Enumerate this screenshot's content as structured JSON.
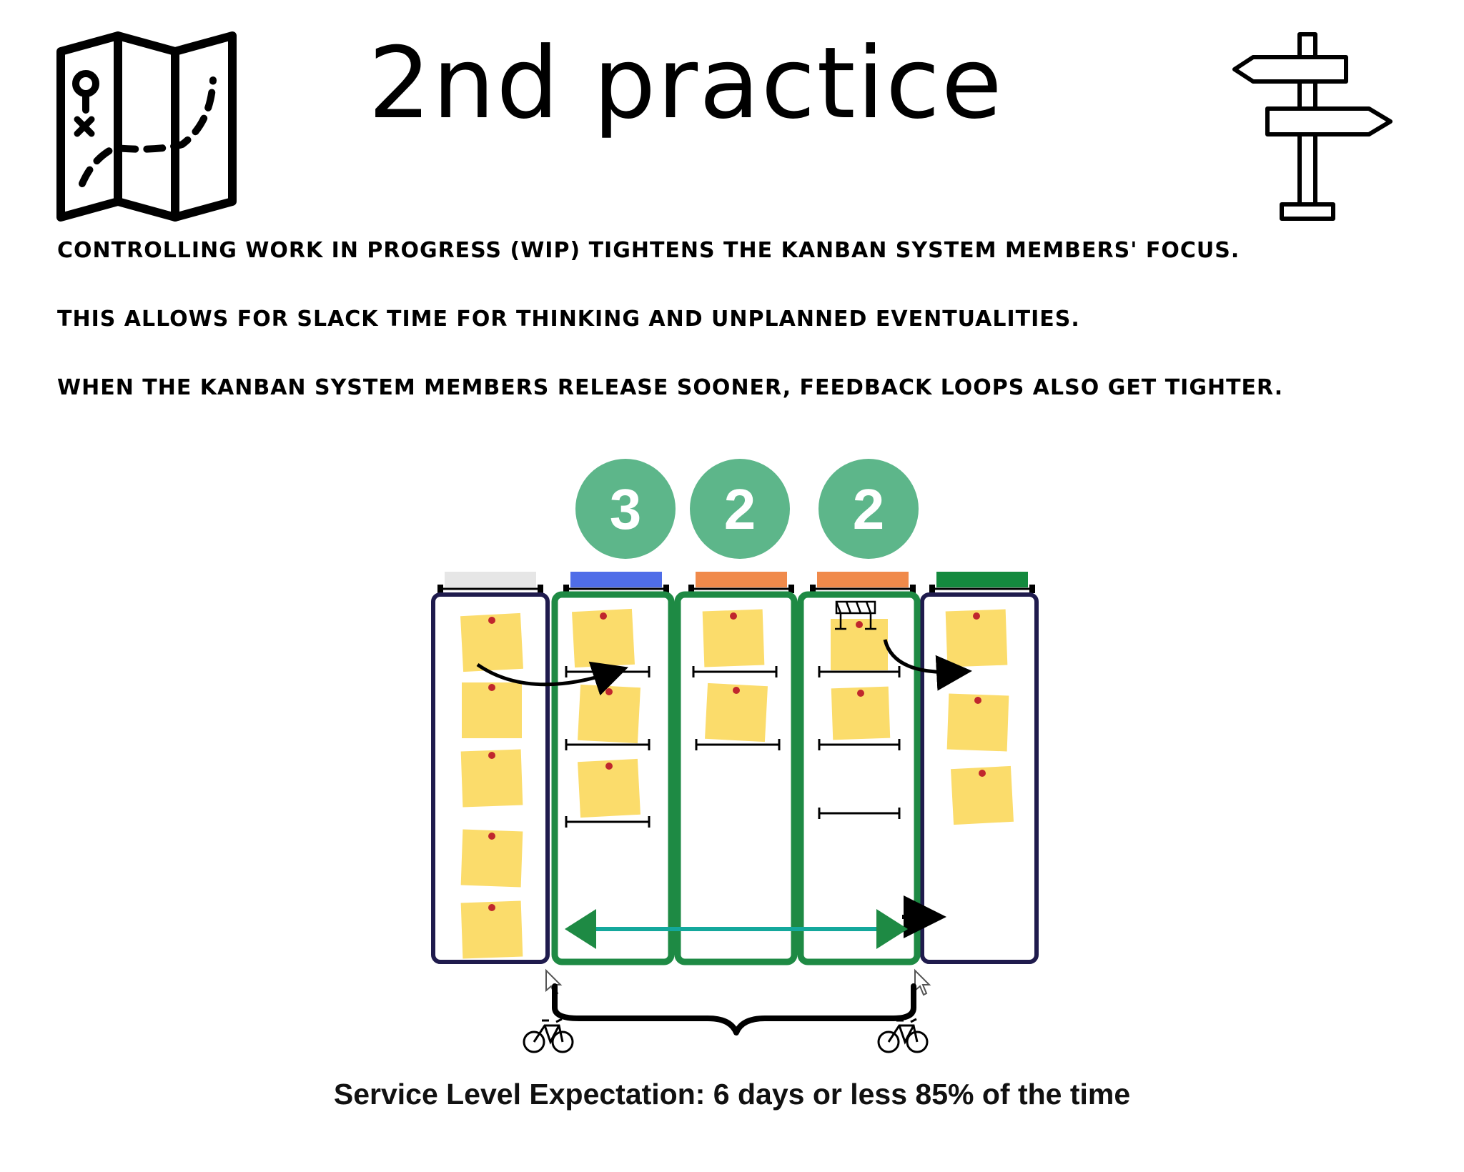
{
  "title": "2nd practice",
  "lines": [
    "Controlling work in progress (WIP) tightens the kanban system members' focus.",
    "This allows for slack time for thinking and unplanned eventualities.",
    "When the kanban system members release sooner, feedback loops also get tighter."
  ],
  "icons": {
    "left": "treasure-map-icon",
    "right": "signpost-icon",
    "blocker": "roadblock-icon",
    "start": "bicycle-icon",
    "end": "bicycle-icon",
    "cursor": "pointer-cursor-icon"
  },
  "wip_limits": [
    "3",
    "2",
    "2"
  ],
  "colors": {
    "wip_circle": "#5db68a",
    "wip_text": "#ffffff",
    "board_outer": "#1f1b4d",
    "board_wip": "#1e8a44",
    "sticky": "#fbdc6b",
    "pin": "#c0272d",
    "double_arrow": "#14a89c",
    "double_arrow_head": "#1e8a44",
    "header_colors": [
      "#e6e6e6",
      "#4f6de8",
      "#f08a4b",
      "#f08a4b",
      "#148a3e"
    ]
  },
  "sle_text": "Service Level Expectation: 6 days or less 85% of the time"
}
